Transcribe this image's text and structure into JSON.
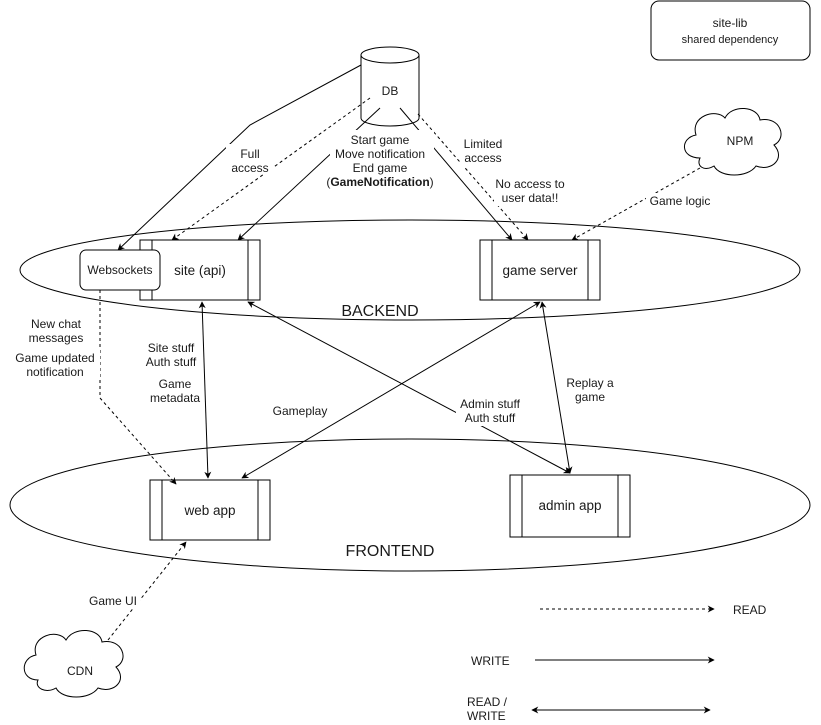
{
  "nodes": {
    "db": "DB",
    "site_api": "site (api)",
    "websockets": "Websockets",
    "game_server": "game server",
    "web_app": "web app",
    "admin_app": "admin app",
    "npm": "NPM",
    "cdn": "CDN",
    "site_lib_title": "site-lib",
    "site_lib_subtitle": "shared dependency"
  },
  "groups": {
    "backend": "BACKEND",
    "frontend": "FRONTEND"
  },
  "edge_labels": {
    "full_access": [
      "Full",
      "access"
    ],
    "start_game": [
      "Start game",
      "Move notification",
      "End game"
    ],
    "game_notification_open": "(",
    "game_notification_bold": "GameNotification",
    "game_notification_close": ")",
    "limited_access": [
      "Limited",
      "access"
    ],
    "no_access": [
      "No access to",
      "user data!!"
    ],
    "game_logic": "Game logic",
    "new_chat": [
      "New chat",
      "messages"
    ],
    "game_updated": [
      "Game updated",
      "notification"
    ],
    "site_stuff": [
      "Site stuff",
      "Auth stuff"
    ],
    "game_metadata": [
      "Game",
      "metadata"
    ],
    "gameplay": "Gameplay",
    "admin_stuff": [
      "Admin stuff",
      "Auth stuff"
    ],
    "replay": [
      "Replay a",
      "game"
    ],
    "game_ui": "Game UI"
  },
  "legend": {
    "read": "READ",
    "write": "WRITE",
    "read_write": [
      "READ /",
      "WRITE"
    ]
  }
}
